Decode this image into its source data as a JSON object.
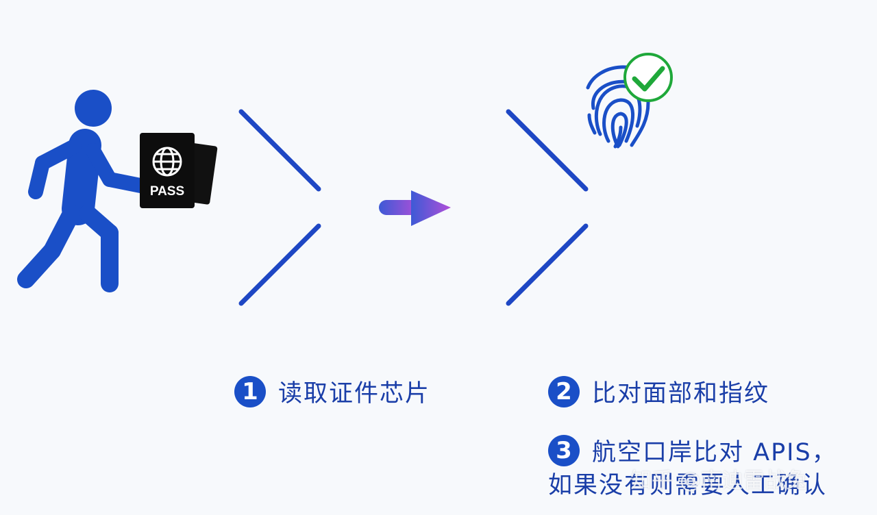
{
  "passport": {
    "label": "PASS"
  },
  "steps": [
    {
      "number": "1",
      "text": "读取证件芯片"
    },
    {
      "number": "2",
      "text": "比对面部和指纹"
    },
    {
      "number": "3",
      "text": "航空口岸比对 APIS，",
      "text_line2": "如果没有则需要人工确认"
    }
  ],
  "watermark": "知乎 @南迪雷战兔",
  "colors": {
    "primary_blue": "#1a4fc7",
    "step_text": "#1a3ea8",
    "arrow_start": "#3d5ad6",
    "arrow_end": "#b14fd8",
    "check_green": "#1fa83a",
    "background": "#f7f9fc"
  },
  "icons": [
    "person-walking-icon",
    "passport-icon",
    "globe-icon",
    "arrow-right-icon",
    "fingerprint-icon",
    "checkmark-icon"
  ]
}
